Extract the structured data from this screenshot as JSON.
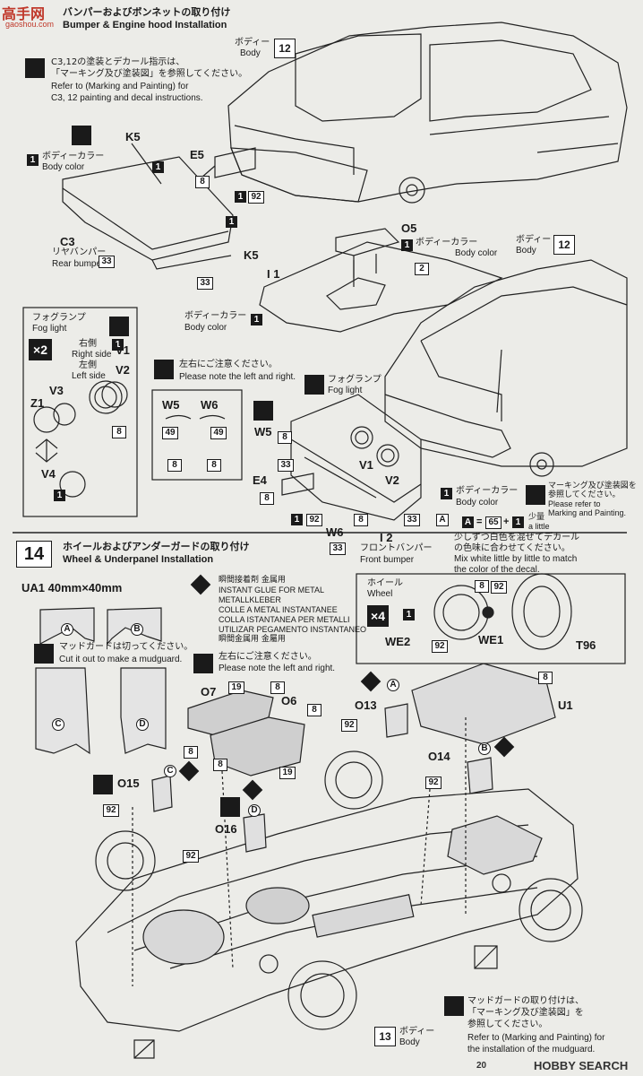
{
  "watermark_top": "高手网",
  "watermark_top_url": "gaoshou.com",
  "step13": {
    "title_jp": "バンパーおよびボンネットの取り付け",
    "title_en": "Bumper & Engine hood Installation",
    "body_label_jp": "ボディー",
    "body_label_en": "Body",
    "body_num": "12",
    "paint_note_jp1": "C3,12の塗装とデカール指示は、",
    "paint_note_jp2": "「マーキング及び塗装図」を参照してください。",
    "paint_note_en1": "Refer to (Marking and Painting) for",
    "paint_note_en2": "C3, 12 painting and decal instructions.",
    "k5_top": "K5",
    "body_color_jp": "ボディーカラー",
    "body_color_en": "Body color",
    "e5": "E5",
    "c3": "C3",
    "c3_jp": "リヤバンパー",
    "c3_en": "Rear bumper",
    "k5_bottom": "K5",
    "o5": "O5",
    "o5_color_jp": "ボディーカラー",
    "o5_color_en": "Body color",
    "i1": "I 1",
    "hood_color_jp": "ボディーカラー",
    "hood_color_en": "Body color",
    "body2_label_jp": "ボディー",
    "body2_label_en": "Body",
    "body2_num": "12",
    "fog_jp": "フォグランプ",
    "fog_en": "Fog light",
    "times2": "×2",
    "right_jp": "右側",
    "right_en": "Right side",
    "left_jp": "左側",
    "left_en": "Left side",
    "v1": "V1",
    "v2": "V2",
    "v3": "V3",
    "z1": "Z1",
    "v4": "V4",
    "lr_note_jp": "左右にご注意ください。",
    "lr_note_en": "Please note the left and right.",
    "w5": "W5",
    "w6": "W6",
    "w5_b": "W5",
    "fog2_jp": "フォグランプ",
    "fog2_en": "Fog light",
    "e4": "E4",
    "w6_b": "W6",
    "i2": "I 2",
    "i2_jp": "フロントバンパー",
    "i2_en": "Front bumper",
    "v1_b": "V1",
    "v2_b": "V2",
    "i2_color_jp": "ボディーカラー",
    "i2_color_en": "Body color",
    "marking_jp1": "マーキング及び塗装図を",
    "marking_jp2": "参照してください。",
    "marking_en1": "Please refer to",
    "marking_en2": "Marking and Painting.",
    "mix_formula_a": "A",
    "mix_formula_eq": "=",
    "mix_formula_num": "65",
    "mix_formula_plus": "+",
    "mix_formula_one": "1",
    "mix_little_jp": "少量",
    "mix_little_en": "a little",
    "mix_jp1": "少しずつ白色を混ぜてデカール",
    "mix_jp2": "の色味に合わせてください。",
    "mix_en1": "Mix white little by little to match",
    "mix_en2": "the color of the decal."
  },
  "step14": {
    "num": "14",
    "title_jp": "ホイールおよびアンダーガードの取り付け",
    "title_en": "Wheel & Underpanel Installation",
    "ua1": "UA1  40mm×40mm",
    "cut_jp": "マッドガードは切ってください。",
    "cut_en": "Cut it out to make a mudguard.",
    "glue1": "瞬間接着剤  金属用",
    "glue2": "INSTANT GLUE FOR METAL",
    "glue3": "METALLKLEBER",
    "glue4": "COLLE A METAL INSTANTANEE",
    "glue5": "COLLA ISTANTANEA PER METALLI",
    "glue6": "UTILIZAR PEGAMENTO INSTANTANEO",
    "glue7": "瞬間金属用  金屬用",
    "lr_jp": "左右にご注意ください。",
    "lr_en": "Please note the left and right.",
    "wheel_jp": "ホイール",
    "wheel_en": "Wheel",
    "times4": "×4",
    "we2": "WE2",
    "we1": "WE1",
    "t96": "T96",
    "o7": "O7",
    "o6": "O6",
    "o13": "O13",
    "u1": "U1",
    "o14": "O14",
    "o15": "O15",
    "o16": "O16",
    "mudguard_jp1": "マッドガードの取り付けは、",
    "mudguard_jp2": "「マーキング及び塗装図」を",
    "mudguard_jp3": "参照してください。",
    "mudguard_en1": "Refer to (Marking and Painting) for",
    "mudguard_en2": "the installation of the mudguard.",
    "body_num": "13",
    "body_jp": "ボディー",
    "body_en": "Body"
  },
  "footer": {
    "brand": "HOBBY SEARCH",
    "page_code": "20"
  },
  "labels": {
    "l1": "1",
    "l2": "2",
    "l8": "8",
    "l19": "19",
    "l33": "33",
    "l49": "49",
    "l92": "92",
    "lA": "A",
    "lB": "B",
    "lC": "C",
    "lD": "D"
  }
}
